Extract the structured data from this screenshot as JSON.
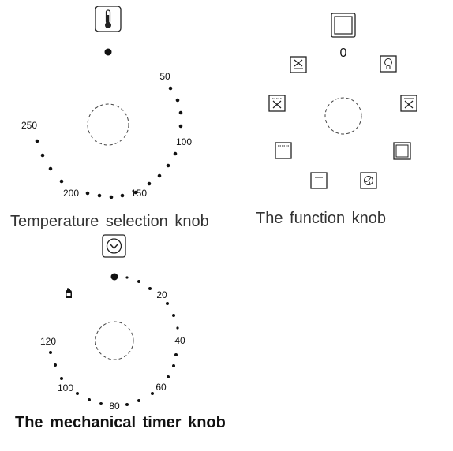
{
  "temperature_knob": {
    "caption": "Temperature selection knob",
    "labels": [
      "50",
      "100",
      "150",
      "200",
      "250"
    ],
    "top_icon": "thermometer-icon"
  },
  "function_knob": {
    "caption": "The function knob",
    "zero_label": "0",
    "top_icon": "oven-off-icon",
    "function_icons": [
      "light-icon",
      "fan-grill-icon",
      "top-bottom-heat-icon",
      "fan-assisted-icon",
      "bottom-heat-icon",
      "top-heat-icon",
      "grill-icon",
      "fan-grill-small-icon"
    ]
  },
  "timer_knob": {
    "caption": "The mechanical timer knob",
    "labels": [
      "20",
      "40",
      "60",
      "80",
      "100",
      "120"
    ],
    "top_icon": "clock-icon",
    "manual_icon": "hand-icon"
  }
}
